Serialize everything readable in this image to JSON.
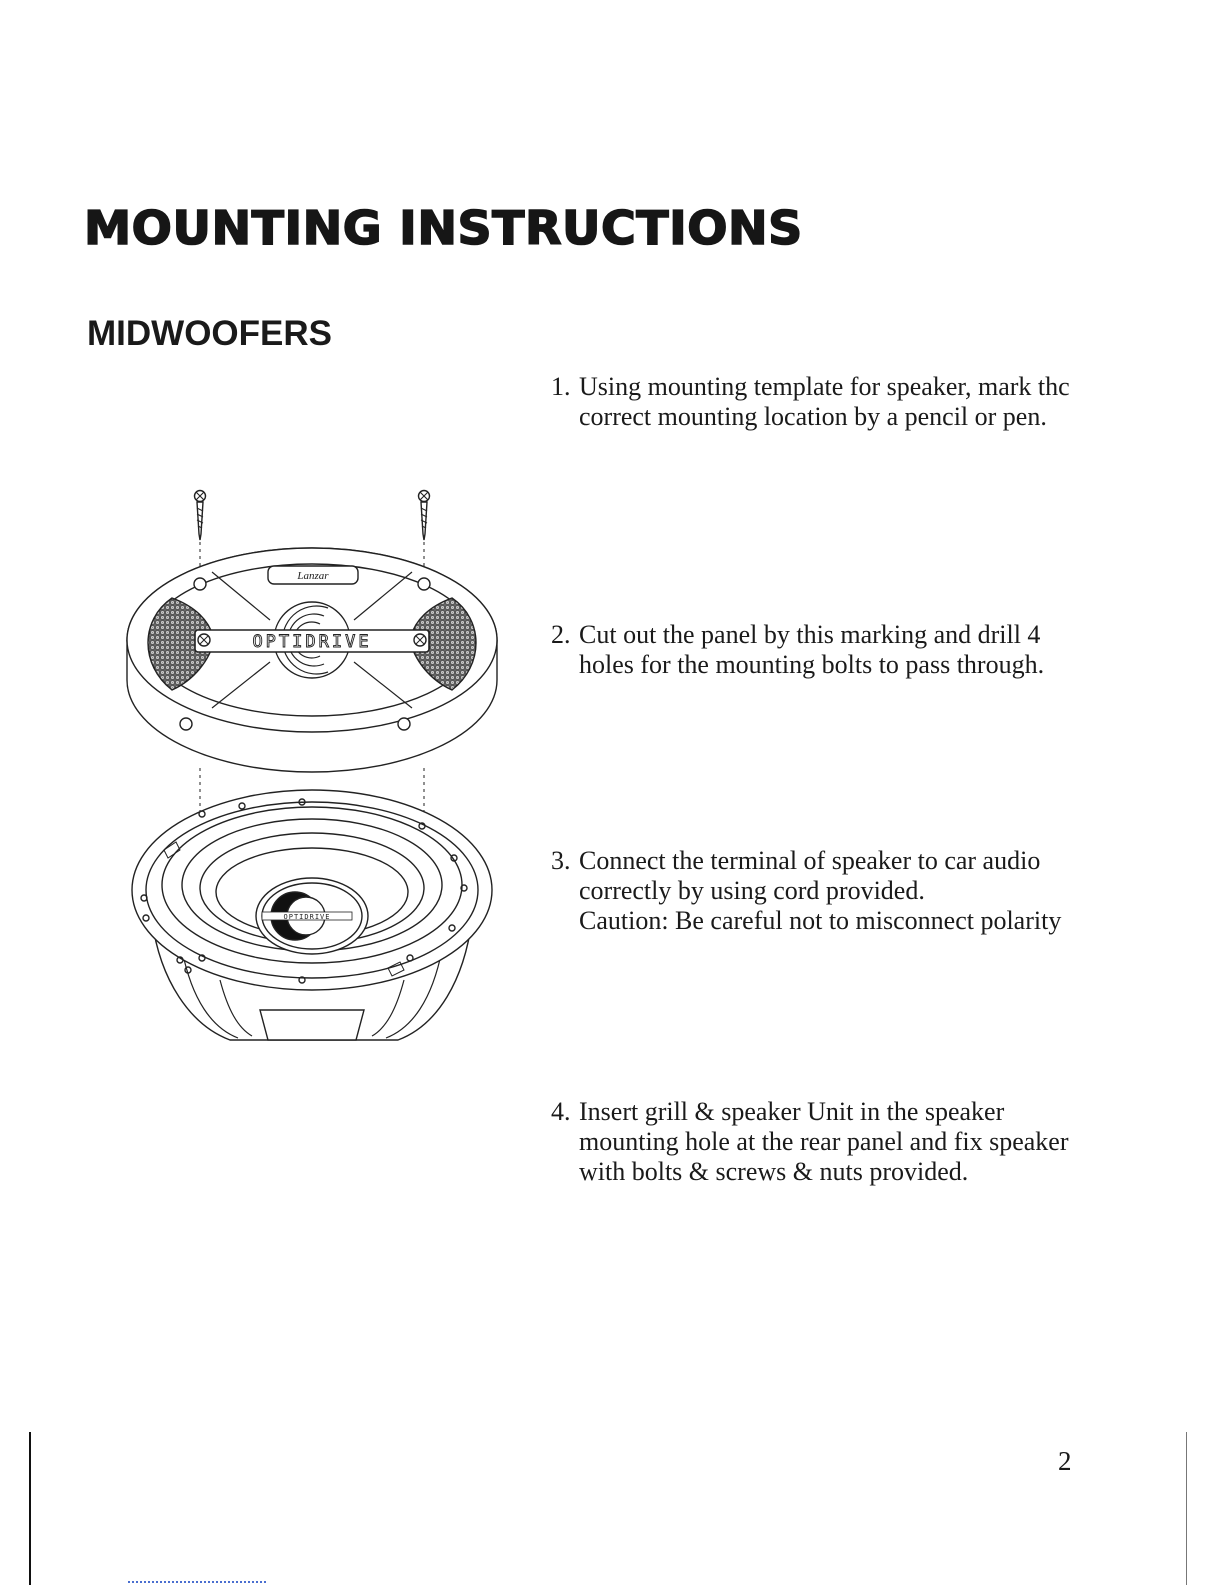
{
  "page": {
    "title": "MOUNTING INSTRUCTIONS",
    "section_title": "MIDWOOFERS",
    "page_number": "2"
  },
  "illustration": {
    "name": "speaker-grill-and-midwoofer-exploded-view",
    "grill_badge_text": "Lanzar",
    "grill_logo_text": "OPTIDRIVE",
    "cone_logo_text": "OPTIDRIVE"
  },
  "steps": [
    {
      "number": "1.",
      "lines": [
        "Using mounting template for speaker, mark thc",
        "correct mounting location by a pencil or pen."
      ]
    },
    {
      "number": "2.",
      "lines": [
        "Cut out the panel by this marking and drill 4",
        "holes for the mounting bolts to pass through."
      ]
    },
    {
      "number": "3.",
      "lines": [
        "Connect the terminal of speaker to car audio",
        "correctly by using cord provided.",
        "Caution: Be careful not to misconnect polarity"
      ]
    },
    {
      "number": "4.",
      "lines": [
        "Insert grill & speaker Unit in the speaker",
        "mounting hole at the rear panel and fix speaker",
        "with bolts & screws & nuts provided."
      ]
    }
  ]
}
